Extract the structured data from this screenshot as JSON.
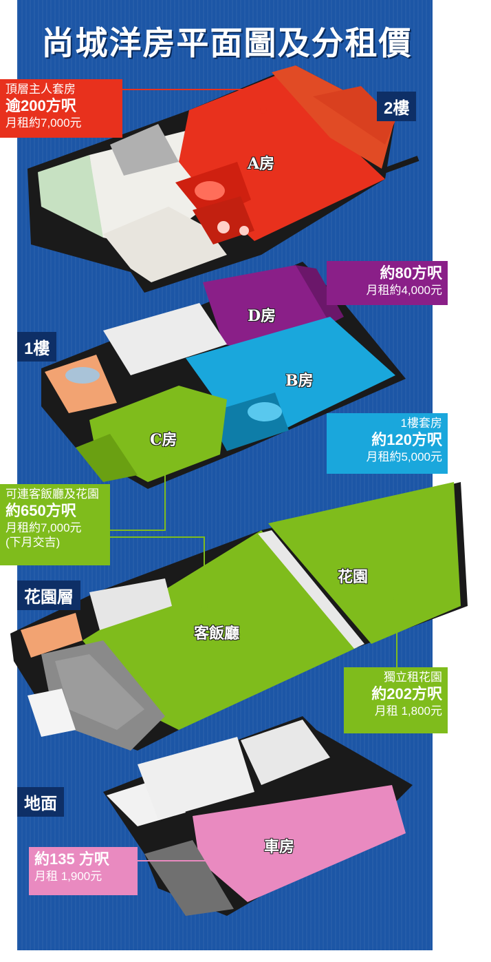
{
  "title": "尚城洋房平面圖及分租價",
  "colors": {
    "background": "#1c56a6",
    "room_a": "#e8311d",
    "room_b": "#1aa7dc",
    "room_c": "#7fbc1c",
    "room_d": "#8a1f88",
    "garage": "#e98ac0",
    "floor_tag": "#0e2f66"
  },
  "floors": {
    "floor2": "2樓",
    "floor1": "1樓",
    "garden_floor": "花園層",
    "ground": "地面"
  },
  "rooms": {
    "a": "A房",
    "b": "B房",
    "c": "C房",
    "d": "D房",
    "living": "客飯廳",
    "garden": "花園",
    "garage": "車房"
  },
  "callouts": {
    "a": {
      "line1": "頂層主人套房",
      "line2": "逾200方呎",
      "line3": "月租約7,000元"
    },
    "d": {
      "line1": "約80方呎",
      "line2": "月租約4,000元"
    },
    "b": {
      "line1": "1樓套房",
      "line2": "約120方呎",
      "line3": "月租約5,000元"
    },
    "c": {
      "line1": "可連客飯廳及花園",
      "line2": "約650方呎",
      "line3": "月租約7,000元",
      "line4": "(下月交吉)"
    },
    "garden": {
      "line1": "獨立租花園",
      "line2": "約202方呎",
      "line3": "月租 1,800元"
    },
    "garage": {
      "line1": "約135 方呎",
      "line2": "月租 1,900元"
    }
  }
}
